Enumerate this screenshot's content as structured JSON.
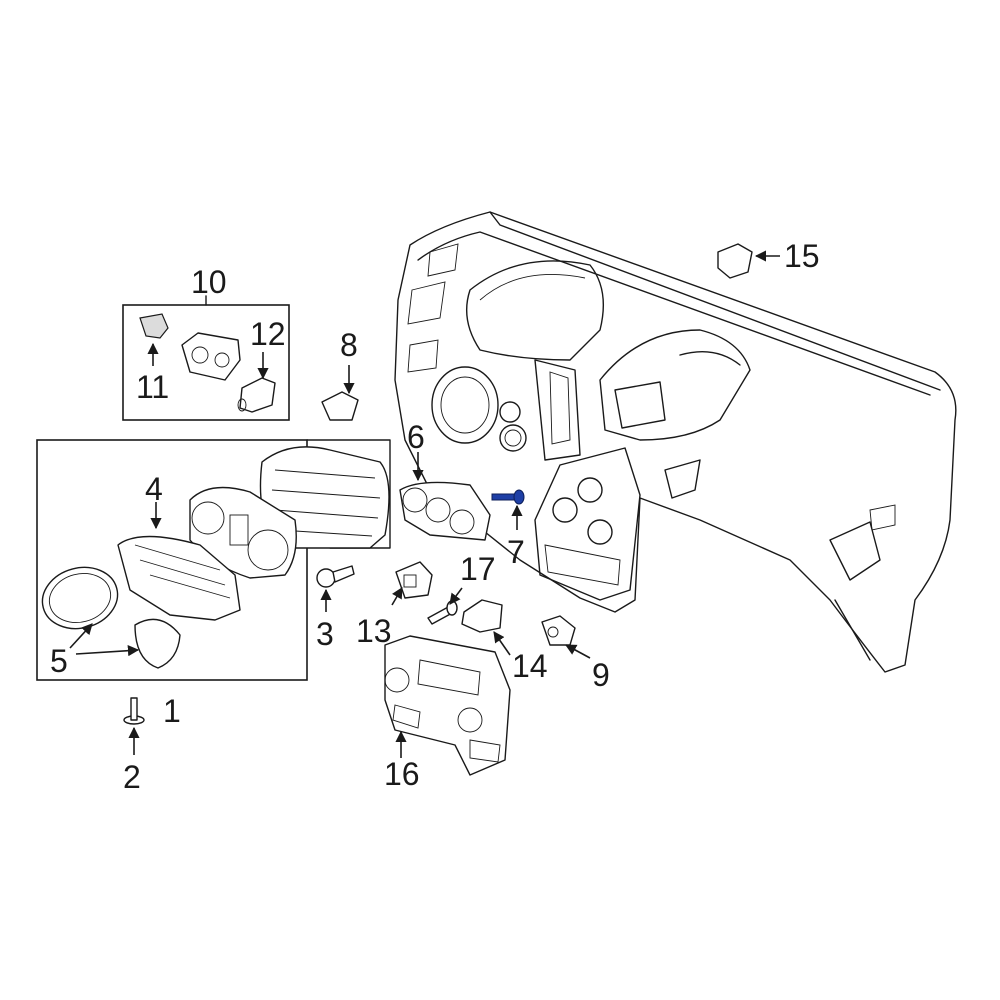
{
  "callouts": [
    "1",
    "2",
    "3",
    "4",
    "5",
    "6",
    "7",
    "8",
    "9",
    "10",
    "11",
    "12",
    "13",
    "14",
    "15",
    "16",
    "17"
  ],
  "colors": {
    "line": "#1a1a1a",
    "highlight_part": "#1e3fa6",
    "background": "#ffffff"
  }
}
